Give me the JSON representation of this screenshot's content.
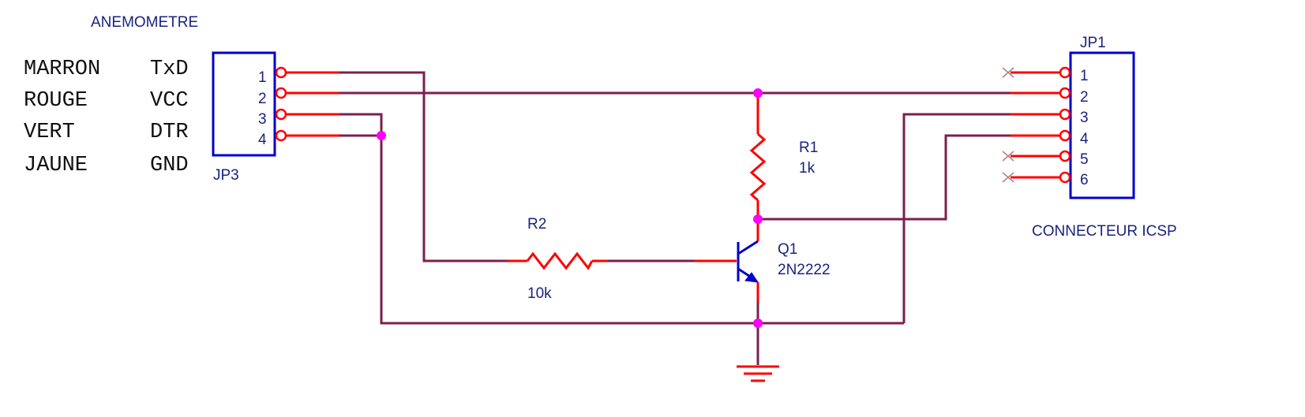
{
  "title": "ANEMOMETRE",
  "wire_legend": [
    {
      "color": "MARRON",
      "signal": "TxD"
    },
    {
      "color": "ROUGE",
      "signal": "VCC"
    },
    {
      "color": "VERT",
      "signal": "DTR"
    },
    {
      "color": "JAUNE",
      "signal": "GND"
    }
  ],
  "jp3": {
    "ref": "JP3",
    "pins": [
      "1",
      "2",
      "3",
      "4"
    ]
  },
  "jp1": {
    "ref": "JP1",
    "pins": [
      "1",
      "2",
      "3",
      "4",
      "5",
      "6"
    ],
    "caption": "CONNECTEUR ICSP"
  },
  "r1": {
    "ref": "R1",
    "value": "1k"
  },
  "r2": {
    "ref": "R2",
    "value": "10k"
  },
  "q1": {
    "ref": "Q1",
    "part": "2N2222"
  },
  "colors": {
    "wire": "#7b1f4f",
    "pin": "#ff0000",
    "component": "#0000cc",
    "junction": "#ff00ff",
    "text": "#1a237e"
  }
}
